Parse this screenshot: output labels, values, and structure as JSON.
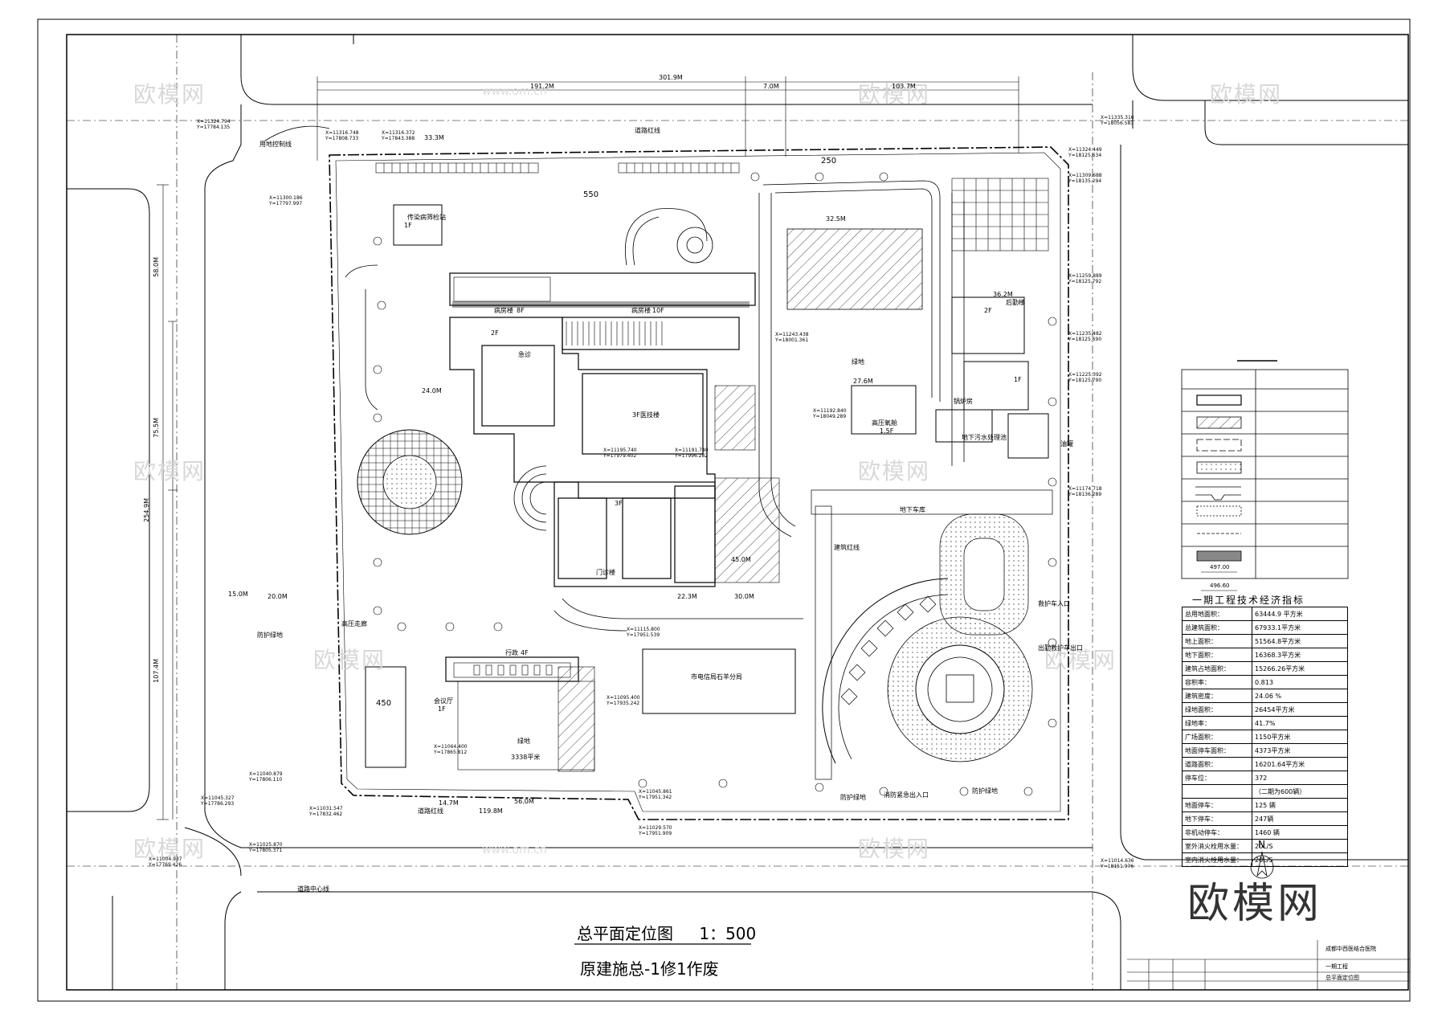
{
  "title": {
    "main": "总平面定位图",
    "scale": "1：500",
    "subtitle": "原建施总-1修1作废"
  },
  "brand": "欧模网",
  "north_label": "N",
  "watermarks": [
    "欧模网",
    "www.om.cn"
  ],
  "site": {
    "plot_label": "250",
    "plot_550": "550",
    "plot_450": "450",
    "buildings": [
      {
        "name": "传染病筛检站",
        "floors": "1F"
      },
      {
        "name": "病房楼",
        "floors": "8F"
      },
      {
        "name": "病房楼",
        "floors": "10F"
      },
      {
        "name": "急诊",
        "floors": "2F"
      },
      {
        "name": "医技楼",
        "floors": "3F"
      },
      {
        "name": "后勤楼",
        "floors": "2F"
      },
      {
        "name": "锅炉房",
        "floors": "1F"
      },
      {
        "name": "高压氧舱",
        "floors": "1.5F"
      },
      {
        "name": "地下污水处理池",
        "floors": ""
      },
      {
        "name": "行政",
        "floors": "4F"
      },
      {
        "name": "会议厅",
        "floors": "1F"
      },
      {
        "name": "市电信局石羊分局",
        "floors": ""
      },
      {
        "name": "门诊楼",
        "floors": "3F"
      }
    ],
    "labels": {
      "greenland": "绿地",
      "greenland_area": "绿地",
      "greenland_area_value": "3338平米",
      "protective_green_w": "防护绿地",
      "protective_green_s1": "防护绿地",
      "protective_green_s2": "防护绿地",
      "high_pressure_corridor": "高压走廊",
      "fire_exit": "消防紧急出入口",
      "ambulance_entry": "救护车入口",
      "ambulance_exit": "出勤救护车出口",
      "road_red_line": "道路红线",
      "road_red_line2": "道路红线",
      "land_control_line": "用地控制线",
      "road_center_line": "道路中心线",
      "building_red_line": "建筑红线",
      "oil_tank": "油罐",
      "parking_underground": "地下车库"
    },
    "dimensions": [
      "301.9M",
      "191.2M",
      "103.7M",
      "7.0M",
      "254.9M",
      "107.4M",
      "75.5M",
      "58.0M",
      "56.0M",
      "119.8M",
      "33.3M",
      "27.6M",
      "36.2M",
      "32.5M",
      "22.3M",
      "24.0M",
      "15.0M",
      "20.0M",
      "14.7M",
      "30.0M",
      "45.0M"
    ]
  },
  "tech_table": {
    "title": "一期工程技术经济指标",
    "rows": [
      {
        "k": "总用地面积：",
        "v": "63444.9 平方米"
      },
      {
        "k": "总建筑面积：",
        "v": "67933.1平方米"
      },
      {
        "k": "地上面积：",
        "v": "51564.8平方米"
      },
      {
        "k": "地下面积：",
        "v": "16368.3平方米"
      },
      {
        "k": "建筑占地面积：",
        "v": "15266.26平方米"
      },
      {
        "k": "容积率：",
        "v": "0.813"
      },
      {
        "k": "建筑密度：",
        "v": "24.06 %"
      },
      {
        "k": "绿地面积：",
        "v": "26454平方米"
      },
      {
        "k": "绿地率：",
        "v": "41.7%"
      },
      {
        "k": "广场面积：",
        "v": "1150平方米"
      },
      {
        "k": "地面停车面积：",
        "v": "4373平方米"
      },
      {
        "k": "道路面积：",
        "v": "16201.64平方米"
      },
      {
        "k": "停车位：",
        "v": "372"
      },
      {
        "k": "",
        "v": "（二期为600辆）"
      },
      {
        "k": "地面停车：",
        "v": "125 辆"
      },
      {
        "k": "地下停车：",
        "v": "247辆"
      },
      {
        "k": "非机动停车：",
        "v": "1460 辆"
      },
      {
        "k": "室外消火栓用水量：",
        "v": "20L/S"
      },
      {
        "k": "室内消火栓用水量：",
        "v": "20L/S"
      }
    ]
  },
  "legend": {
    "values": [
      "497.00",
      "496.60"
    ]
  },
  "title_block": {
    "project": "成都中西医结合医院",
    "phase": "一期工程",
    "drawing": "总平面定位图"
  },
  "coords": [
    "X=11324.794\nY=17784.135",
    "X=11316.748\nY=17808.733",
    "X=11316.372\nY=17843.388",
    "X=11335.316\nY=18056.583",
    "X=11324.449\nY=18125.634",
    "X=11309.688\nY=18135.294",
    "X=11300.186\nY=17797.997",
    "X=11259.889\nY=18125.792",
    "X=11235.482\nY=18125.690",
    "X=11225.392\nY=18125.790",
    "X=11174.718\nY=18136.289",
    "X=11014.636\nY=18151.976",
    "X=11004.937\nY=17769.426",
    "X=11045.327\nY=17786.293",
    "X=11040.879\nY=17806.110",
    "X=11025.870\nY=17805.371",
    "X=11031.547\nY=17832.462",
    "X=11029.570\nY=17951.909",
    "X=11045.861\nY=17951.342",
    "X=11064.400\nY=17865.812",
    "X=11095.400\nY=17935.242",
    "X=11115.800\nY=17951.539",
    "X=11243.438\nY=18001.361",
    "X=11192.840\nY=18049.289",
    "X=11195.740\nY=17979.402",
    "X=11191.740\nY=17996.282"
  ]
}
